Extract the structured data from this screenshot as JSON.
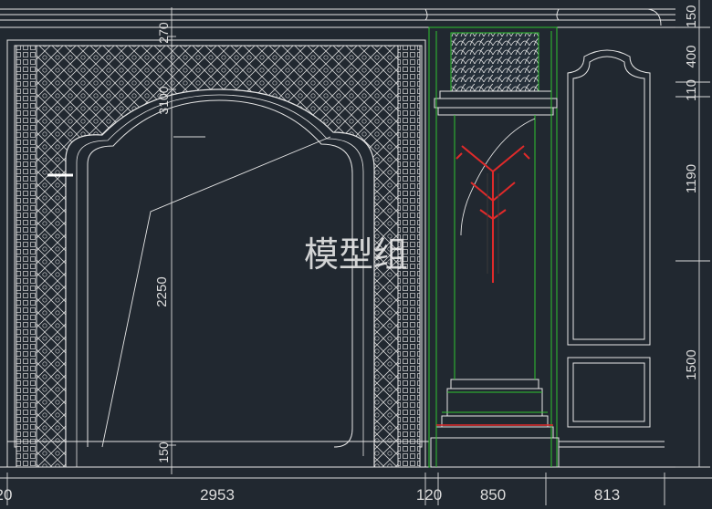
{
  "watermark": "模型组",
  "colors": {
    "background": "#212830",
    "line": "#e6e6e6",
    "column_outline": "#2fc42f",
    "hatch_red": "#e02a2a",
    "dimension": "#dcdcdc"
  },
  "dimensions": {
    "bottom": [
      "20",
      "2953",
      "120",
      "850",
      "813"
    ],
    "right": [
      "150",
      "400",
      "110",
      "1190",
      "1500"
    ],
    "vertical_arch_total": "3100",
    "vertical_arch_top": "270",
    "vertical_opening": "2250",
    "vertical_base": "150"
  }
}
